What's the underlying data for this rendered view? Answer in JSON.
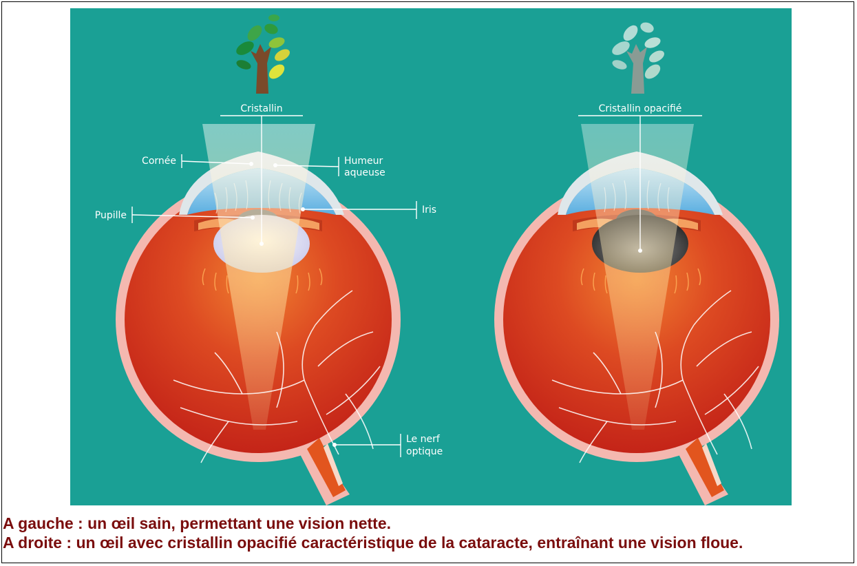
{
  "labels": {
    "left_top": "Cristallin",
    "right_top": "Cristallin opacifié",
    "cornea": "Cornée",
    "aqueous_1": "Humeur",
    "aqueous_2": "aqueuse",
    "pupil": "Pupille",
    "iris": "Iris",
    "nerve_1": "Le nerf",
    "nerve_2": "optique"
  },
  "caption": {
    "line1": "A gauche : un œil sain, permettant une vision nette.",
    "line2": "A droite : un œil avec cristallin opacifié caractéristique de la cataracte, entraînant une vision floue."
  },
  "colors": {
    "background": "#1aa095",
    "eyeball": "#d93a1c",
    "eye_outer": "#f4b8b0",
    "cornea": "#4a9fd8",
    "caption": "#7a0d0d"
  }
}
